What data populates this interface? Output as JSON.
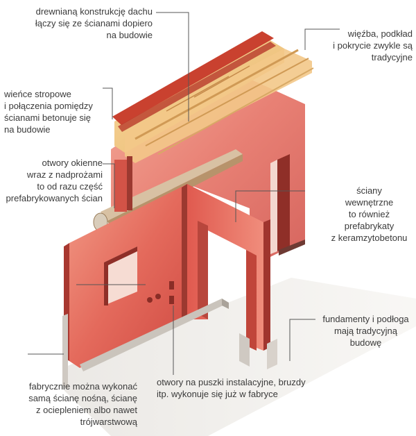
{
  "colors": {
    "wall": "#e0574e",
    "wall_light": "#ef8a78",
    "wall_dark": "#a83830",
    "timber": "#f2c07a",
    "tile": "#c9412f",
    "leader": "#555555"
  },
  "labels": {
    "roof_connection": [
      "drewnianą konstrukcję dachu",
      "łączy się ze ścianami dopiero",
      "na budowie"
    ],
    "rafters": [
      "więźba, podkład",
      "i pokrycie zwykle są",
      "tradycyjne"
    ],
    "ring_beams": [
      "wieńce stropowe",
      "i połączenia pomiędzy",
      "ścianami betonuje się",
      "na budowie"
    ],
    "window_openings": [
      "otwory okienne",
      "wraz z nadprożami",
      "to od razu część",
      "prefabrykowanych ścian"
    ],
    "internal_walls": [
      "ściany",
      "wewnętrzne",
      "to również",
      "prefabrykaty",
      "z keramzytobetonu"
    ],
    "foundations": [
      "fundamenty i podłoga",
      "mają tradycyjną",
      "budowę"
    ],
    "load_bearing_wall": [
      "fabrycznie można wykonać",
      "samą ścianę nośną, ścianę",
      "z ociepleniem albo nawet",
      "trójwarstwową"
    ],
    "installation_boxes": [
      "otwory na puszki instalacyjne, bruzdy",
      "itp. wykonuje się już w fabryce"
    ]
  }
}
